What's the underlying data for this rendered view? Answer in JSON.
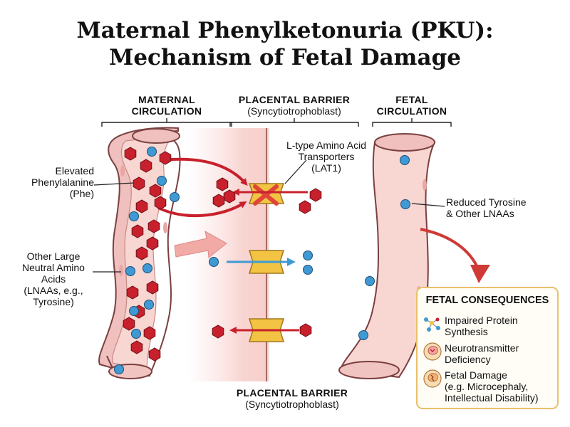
{
  "title": {
    "line1": "Maternal Phenylketonuria (PKU):",
    "line2": "Mechanism of Fetal Damage"
  },
  "headers": {
    "maternal": {
      "line1": "MATERNAL",
      "line2": "CIRCULATION"
    },
    "placental_top": {
      "line1": "PLACENTAL BARRIER",
      "line2": "(Syncytiotrophoblast)"
    },
    "fetal": {
      "line1": "FETAL",
      "line2": "CIRCULATION"
    },
    "placental_bottom": {
      "line1": "PLACENTAL BARRIER",
      "line2": "(Syncytiotrophoblast)"
    }
  },
  "labels": {
    "phe": {
      "line1": "Elevated",
      "line2": "Phenylalanine",
      "line3": "(Phe)"
    },
    "lnaa": {
      "line1": "Other Large",
      "line2": "Neutral Amino",
      "line3": "Acids",
      "line4": "(LNAAs, e.g.,",
      "line5": "Tyrosine)"
    },
    "lat1": {
      "line1": "L-type Amino Acid",
      "line2": "Transporters",
      "line3": "(LAT1)"
    },
    "reduced": {
      "line1": "Reduced Tyrosine",
      "line2": "& Other LNAAs"
    }
  },
  "consequences": {
    "title": "FETAL CONSEQUENCES",
    "items": [
      {
        "icon": "protein-network-icon",
        "line1": "Impaired Protein",
        "line2": "Synthesis",
        "line3": ""
      },
      {
        "icon": "brain-head-icon",
        "line1": "Neurotransmitter",
        "line2": "Deficiency",
        "line3": ""
      },
      {
        "icon": "damaged-brain-head-icon",
        "line1": "Fetal Damage",
        "line2": "(e.g. Microcephaly,",
        "line3": "Intellectual Disability)"
      }
    ]
  },
  "colors": {
    "phe_hexagon": "#c8202c",
    "lnaa_circle": "#3f9ad3",
    "vessel_wall": "#f0b3b3",
    "vessel_lumen": "#f8d6d2",
    "transporter": "#f3c444",
    "blocked_mark": "#e0453a",
    "accent_arrow": "#cf3a36",
    "box_border": "#e8c067"
  }
}
